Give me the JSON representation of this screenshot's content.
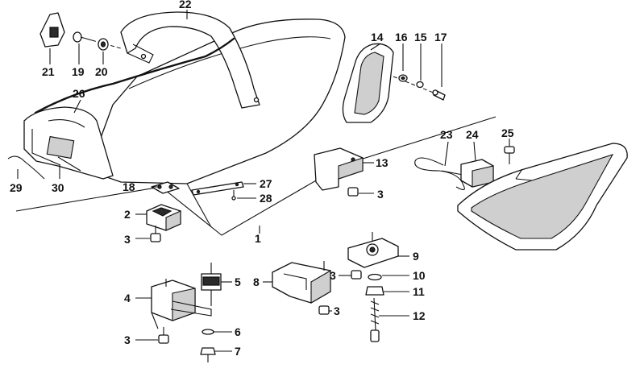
{
  "diagram": {
    "callouts": [
      {
        "id": "1",
        "text": "1"
      },
      {
        "id": "2",
        "text": "2"
      },
      {
        "id": "3a",
        "text": "3"
      },
      {
        "id": "3b",
        "text": "3"
      },
      {
        "id": "3c",
        "text": "3"
      },
      {
        "id": "3d",
        "text": "3"
      },
      {
        "id": "3e",
        "text": "3"
      },
      {
        "id": "4",
        "text": "4"
      },
      {
        "id": "5",
        "text": "5"
      },
      {
        "id": "6",
        "text": "6"
      },
      {
        "id": "7",
        "text": "7"
      },
      {
        "id": "8",
        "text": "8"
      },
      {
        "id": "9",
        "text": "9"
      },
      {
        "id": "10",
        "text": "10"
      },
      {
        "id": "11",
        "text": "11"
      },
      {
        "id": "12",
        "text": "12"
      },
      {
        "id": "13",
        "text": "13"
      },
      {
        "id": "14",
        "text": "14"
      },
      {
        "id": "15",
        "text": "15"
      },
      {
        "id": "16",
        "text": "16"
      },
      {
        "id": "17",
        "text": "17"
      },
      {
        "id": "18",
        "text": "18"
      },
      {
        "id": "19",
        "text": "19"
      },
      {
        "id": "20",
        "text": "20"
      },
      {
        "id": "21",
        "text": "21"
      },
      {
        "id": "22",
        "text": "22"
      },
      {
        "id": "23",
        "text": "23"
      },
      {
        "id": "24",
        "text": "24"
      },
      {
        "id": "25",
        "text": "25"
      },
      {
        "id": "26",
        "text": "26"
      },
      {
        "id": "27",
        "text": "27"
      },
      {
        "id": "28",
        "text": "28"
      },
      {
        "id": "29",
        "text": "29"
      },
      {
        "id": "30",
        "text": "30"
      }
    ]
  }
}
